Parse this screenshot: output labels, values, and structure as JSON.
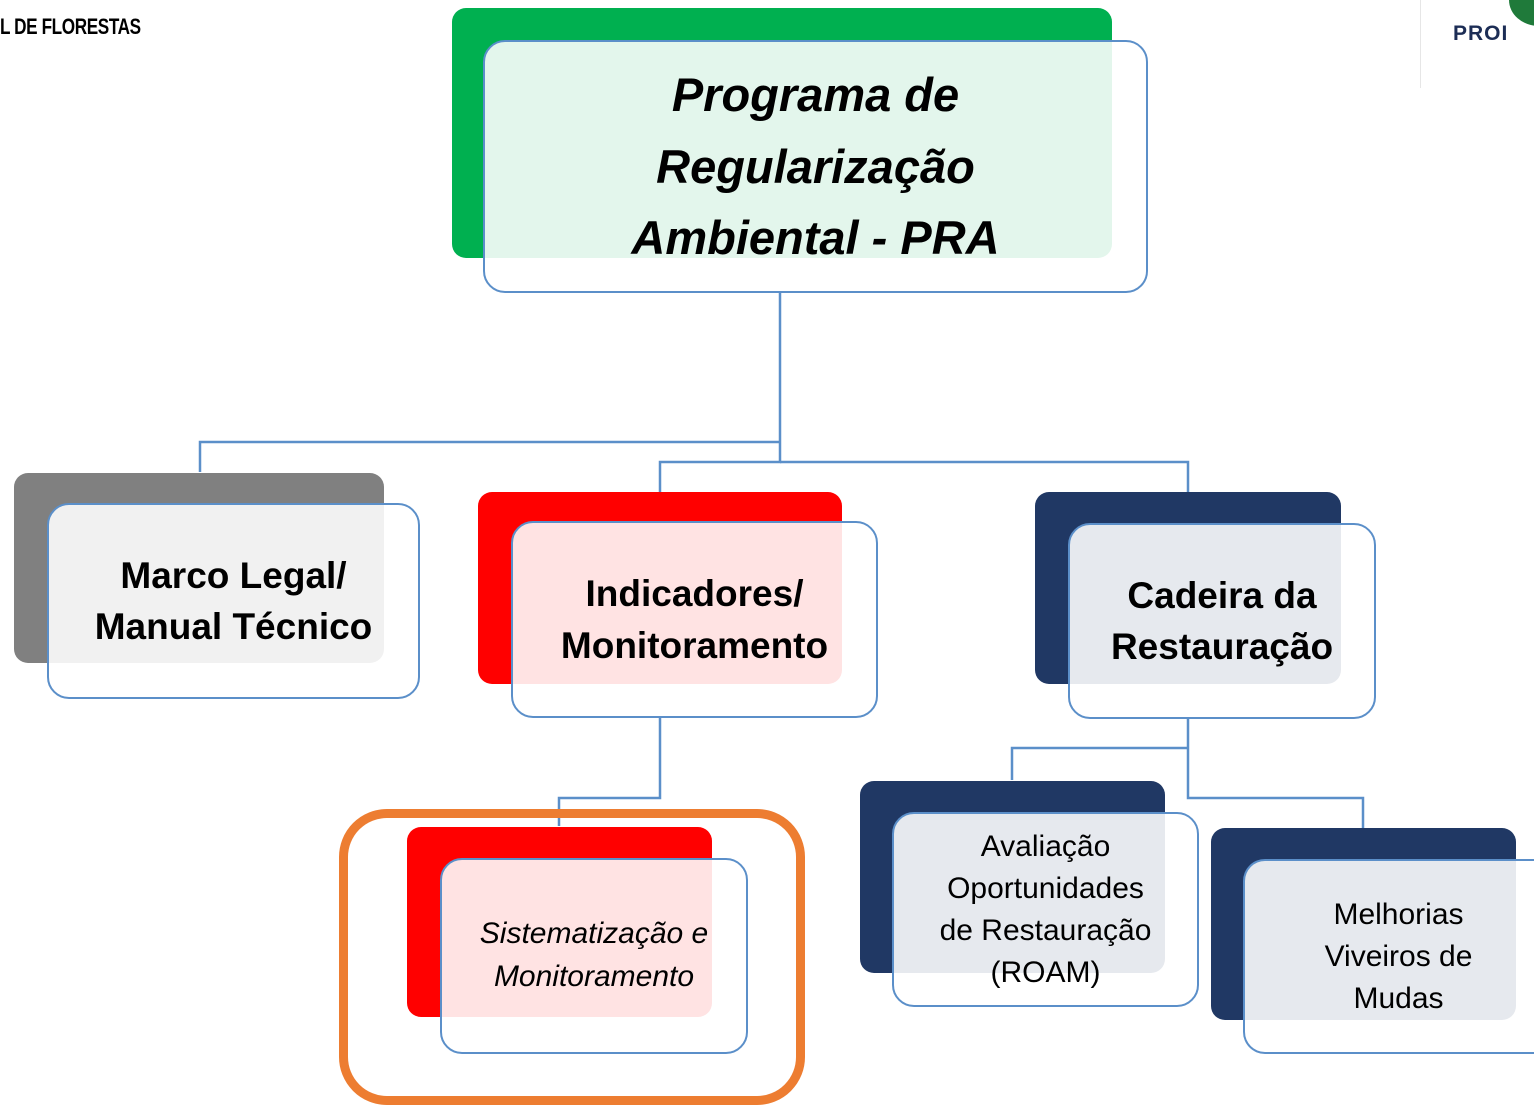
{
  "header": {
    "left_text": "L DE FLORESTAS",
    "right_logo_text": "PROI"
  },
  "nodes": {
    "root": "Programa de\nRegularização\nAmbiental - PRA",
    "marco": "Marco Legal/\nManual Técnico",
    "indicadores": "Indicadores/\nMonitoramento",
    "cadeia": "Cadeira da\nRestauração",
    "sistematizacao": "Sistematização e\nMonitoramento",
    "avaliacao": "Avaliação\nOportunidades\nde Restauração\n(ROAM)",
    "melhorias": "Melhorias\nViveiros de\nMudas"
  },
  "colors": {
    "root_accent": "#00b050",
    "marco_accent": "#808080",
    "indicadores_accent": "#ff0000",
    "cadeia_accent": "#203864",
    "highlight": "#ed7d31",
    "connector": "#5b8fc9"
  }
}
